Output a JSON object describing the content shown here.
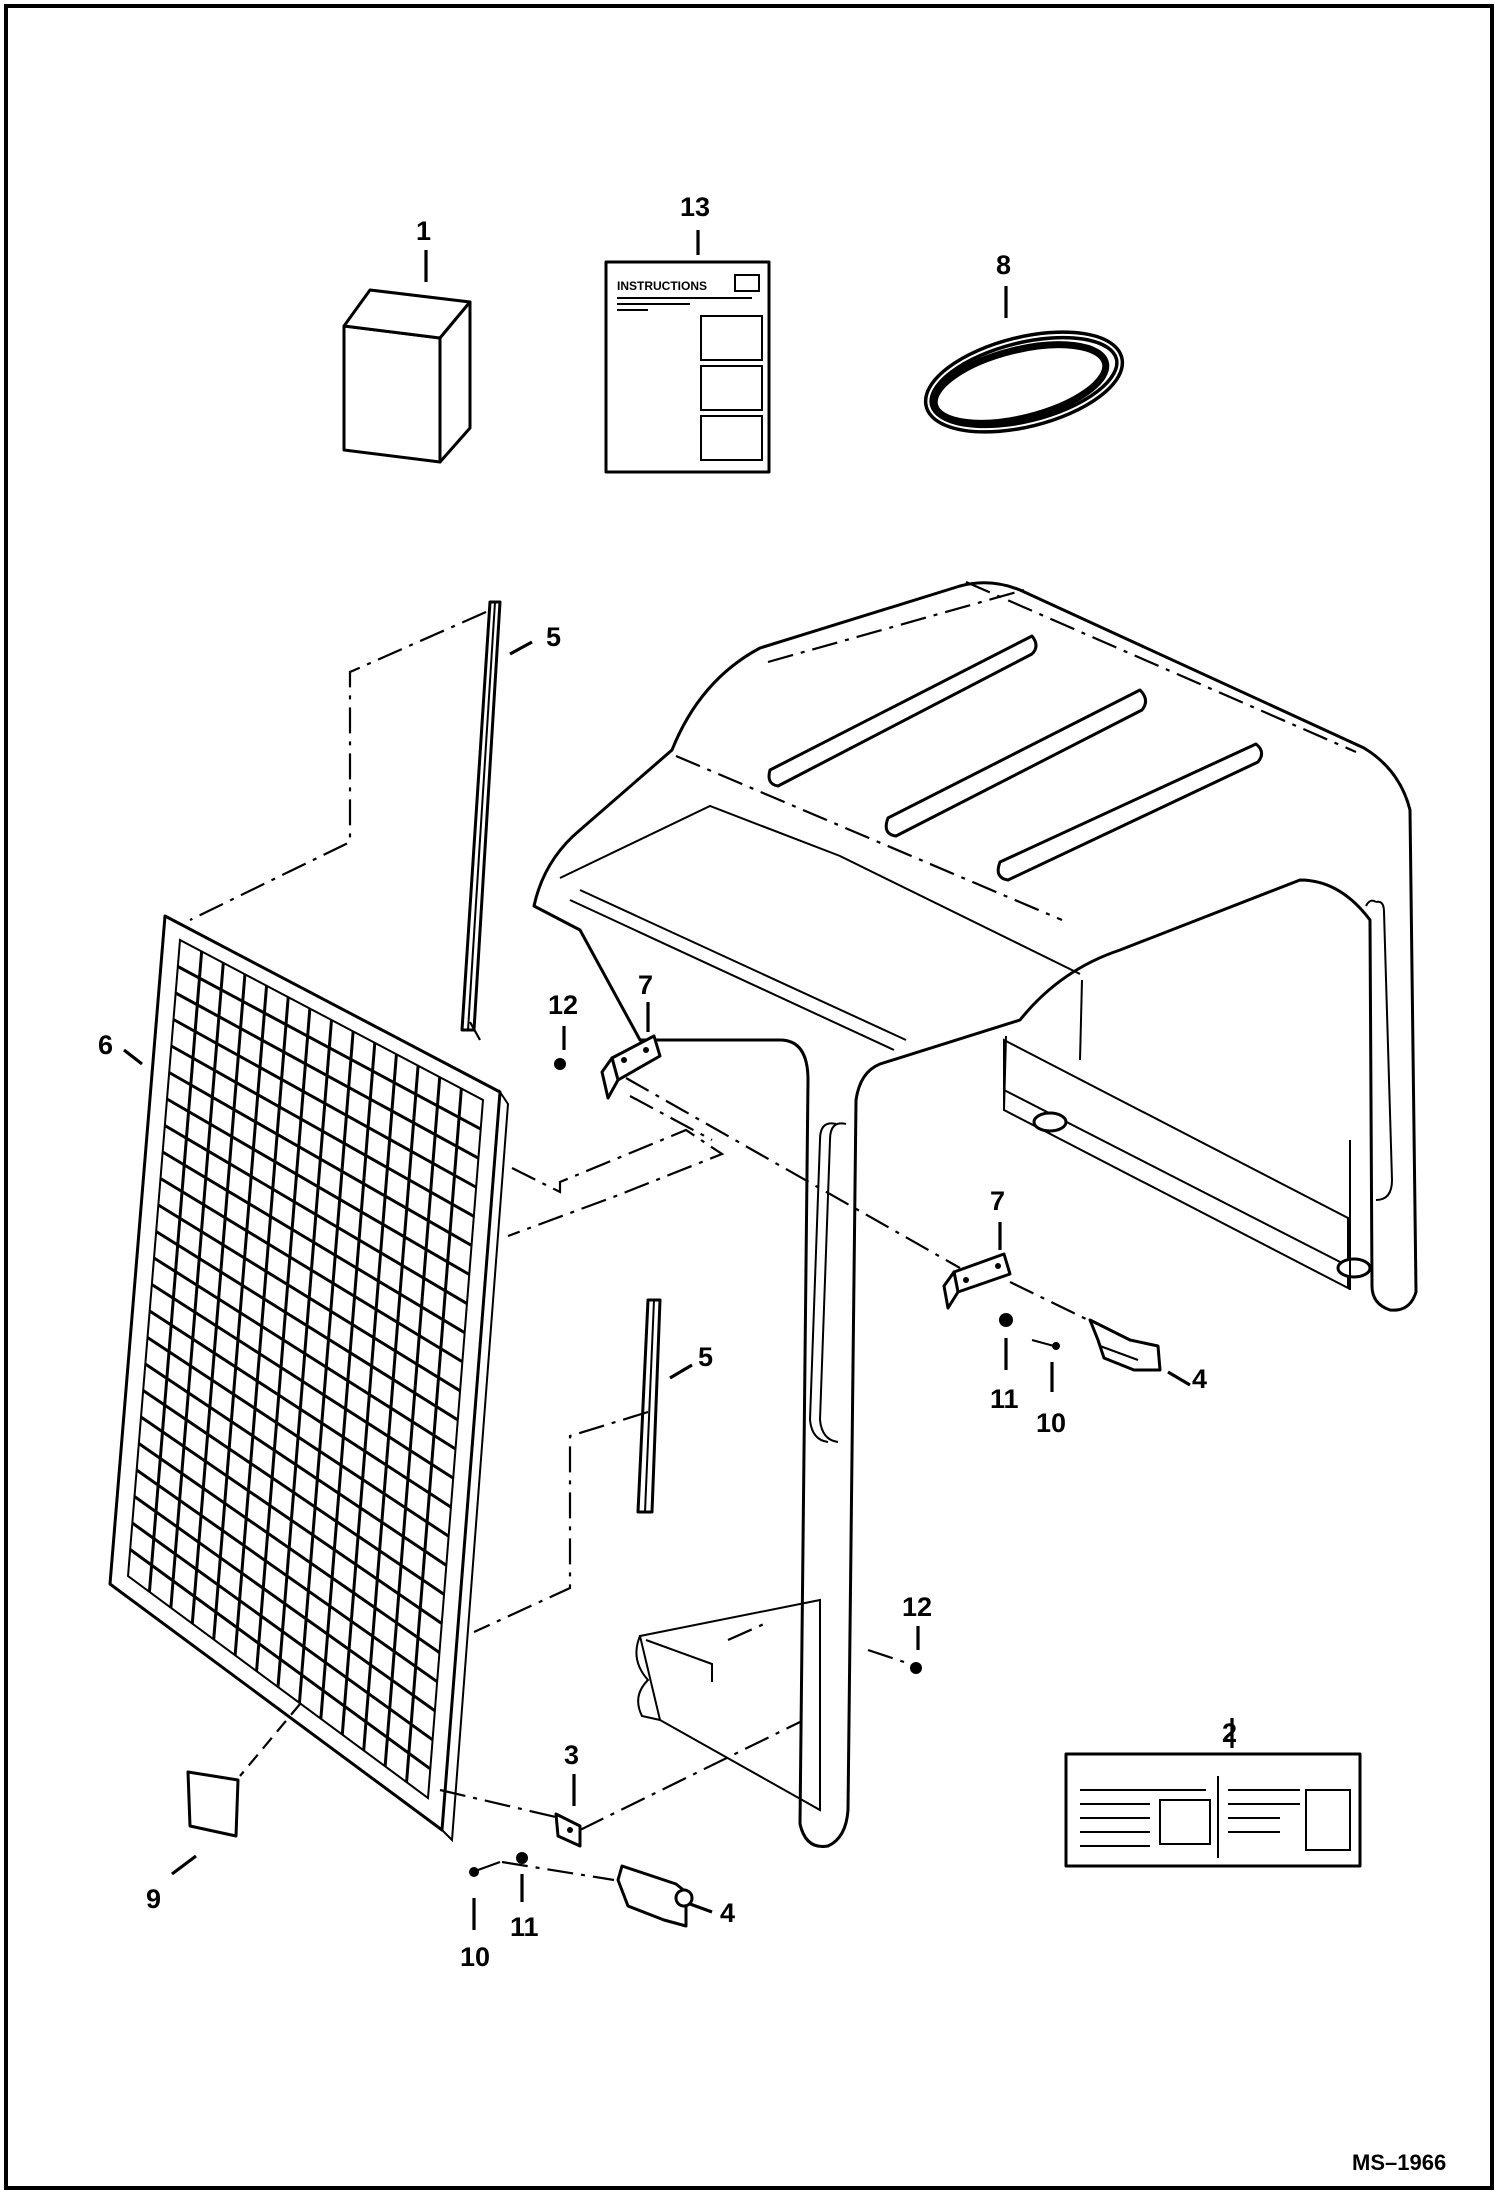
{
  "drawing_id": "MS–1966",
  "instructions_heading": "INSTRUCTIONS",
  "callouts": {
    "c1": "1",
    "c13": "13",
    "c8": "8",
    "c5_top": "5",
    "c5_bottom": "5",
    "c6": "6",
    "c12_top": "12",
    "c7_top": "7",
    "c7_mid": "7",
    "c11_right": "11",
    "c10_right": "10",
    "c4_right": "4",
    "c12_bottom": "12",
    "c2": "2",
    "c3": "3",
    "c9": "9",
    "c10_left": "10",
    "c11_left": "11",
    "c4_bottom": "4"
  }
}
